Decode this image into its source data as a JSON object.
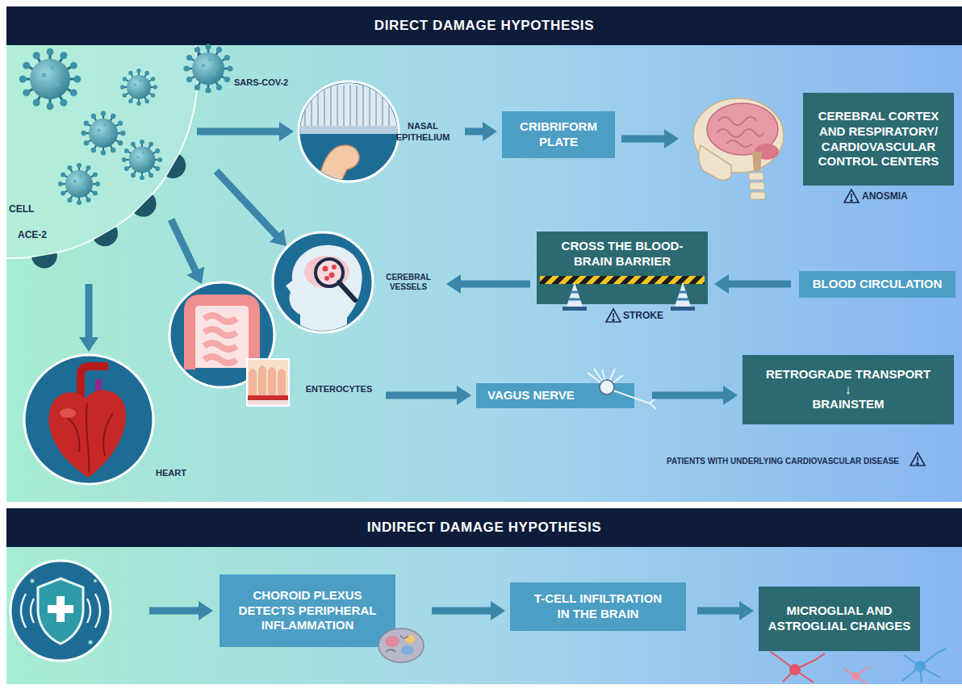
{
  "diagram": {
    "nodes": [
      {
        "text": [
          "DIRECT DAMAGE HYPOTHESIS"
        ]
      },
      {
        "text": [
          "CELL"
        ]
      },
      {
        "text": [
          "NASAL EPITHELIUM"
        ]
      },
      {
        "text": [
          "CRIBRIFORM PLATE"
        ]
      },
      {
        "text": [
          "CEREBRAL CORTEX AND RESPIRATORY/ CARDIOVASCULAR CONTROL CENTERS"
        ]
      },
      {
        "text": [
          "CEREBRAL VESSELS"
        ]
      },
      {
        "text": [
          "CROSS THE BLOOD-BRAIN BARRIER"
        ]
      },
      {
        "text": [
          "BLOOD CIRCULATION"
        ]
      },
      {
        "text": [
          "ENTEROCYTES"
        ]
      },
      {
        "text": [
          "VAGUS NERVE"
        ]
      },
      {
        "text": [
          "RETROGRADE TRANSPORT",
          "↓",
          "BRAINSTEM"
        ]
      },
      {
        "text": [
          "HEART"
        ]
      },
      {
        "text": [
          "INDIRECT DAMAGE HYPOTHESIS"
        ]
      },
      {
        "text": [
          "CHOROID PLEXUS DETECTS PERIPHERAL INFLAMMATION"
        ]
      },
      {
        "text": [
          "T-CELL INFILTRATION IN THE BRAIN"
        ]
      },
      {
        "text": [
          "MICROGLIAL AND ASTROGLIAL CHANGES"
        ]
      }
    ],
    "edges": [
      {
        "from": 1,
        "to": 2,
        "arrow": "to"
      },
      {
        "from": 2,
        "to": 3,
        "arrow": "to"
      },
      {
        "from": 3,
        "to": 4,
        "arrow": "to"
      },
      {
        "from": 1,
        "to": 5,
        "arrow": "to"
      },
      {
        "from": 7,
        "to": 6,
        "arrow": "to"
      },
      {
        "from": 6,
        "to": 5,
        "arrow": "to"
      },
      {
        "from": 1,
        "to": 8,
        "arrow": "to"
      },
      {
        "from": 8,
        "to": 9,
        "arrow": "to"
      },
      {
        "from": 9,
        "to": 10,
        "arrow": "to"
      },
      {
        "from": 1,
        "to": 11,
        "arrow": "to"
      },
      {
        "from": 13,
        "to": 14,
        "arrow": "to"
      },
      {
        "from": 14,
        "to": 15,
        "arrow": "to"
      }
    ],
    "labels": [
      "SARS-COV-2",
      "ACE-2",
      "ANOSMIA",
      "STROKE",
      "PATIENTS WITH UNDERLYING CARDIOVASCULAR DISEASE"
    ]
  }
}
